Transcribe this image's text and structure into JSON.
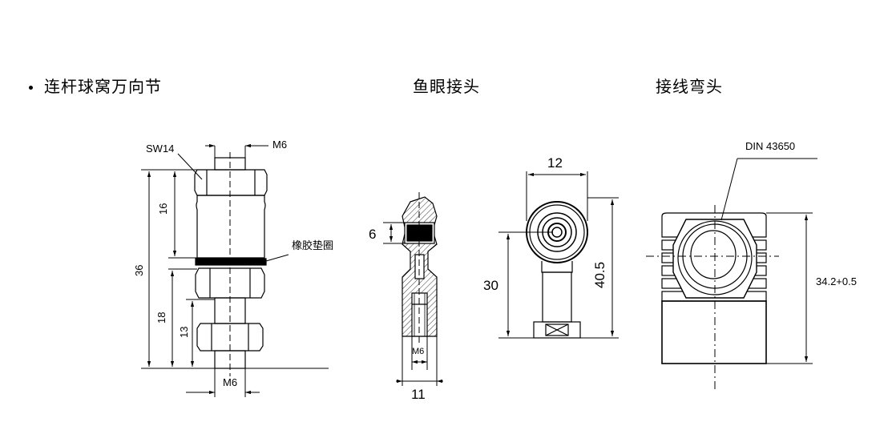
{
  "headings": {
    "bullet_char": "•",
    "linkage": "连杆球窝万向节",
    "fisheye": "鱼眼接头",
    "elbow": "接线弯头"
  },
  "linkage": {
    "sw": "SW14",
    "m6_top": "M6",
    "m6_bottom": "M6",
    "gasket": "橡胶垫圈",
    "dim_16": "16",
    "dim_36": "36",
    "dim_18": "18",
    "dim_13": "13"
  },
  "fisheye": {
    "dim_6": "6",
    "m6": "M6",
    "dim_11": "11"
  },
  "rod_end": {
    "dim_12": "12",
    "dim_30": "30",
    "dim_40_5": "40.5"
  },
  "elbow": {
    "din": "DIN  43650",
    "dim_height": "34.2+0.5"
  }
}
